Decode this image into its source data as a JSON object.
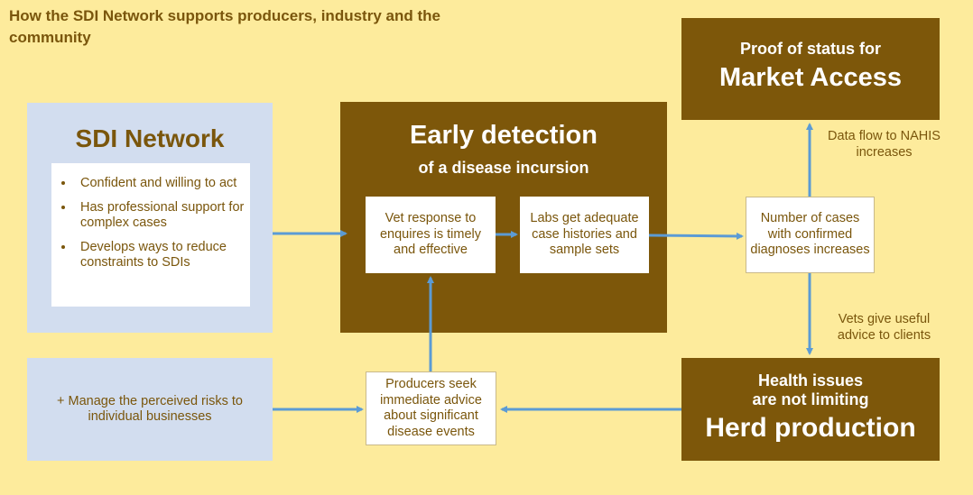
{
  "title": "How the SDI Network supports producers, industry and the community",
  "sdi": {
    "heading": "SDI Network",
    "points": [
      "Confident and willing to act",
      "Has professional support for complex cases",
      "Develops ways to reduce constraints to SDIs"
    ]
  },
  "manage_text": "+ Manage the perceived risks to individual businesses",
  "early": {
    "heading": "Early detection",
    "subheading": "of a disease incursion",
    "vet_box": "Vet response to enquires is timely and effective",
    "labs_box": "Labs get adequate case histories and sample sets"
  },
  "cases_box": "Number of cases with confirmed diagnoses increases",
  "producers_box": "Producers seek immediate advice about significant disease events",
  "market": {
    "line1": "Proof of status for",
    "line2": "Market Access"
  },
  "herd": {
    "line1": "Health issues",
    "line2": "are not limiting",
    "line3": "Herd production"
  },
  "labels": {
    "data_flow": "Data flow to NAHIS increases",
    "vets_advice": "Vets give useful advice to clients"
  },
  "colors": {
    "background": "#fdeb9c",
    "brown": "#7d570a",
    "light_blue": "#d2ddef",
    "arrow": "#5b9bd5",
    "text": "#7a560c"
  }
}
